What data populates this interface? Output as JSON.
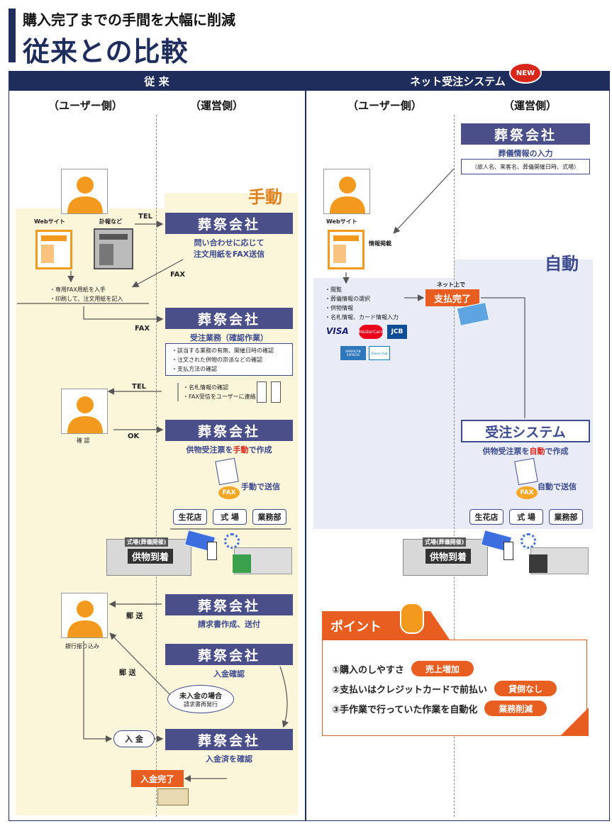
{
  "header": {
    "subtitle": "購入完了までの手間を大幅に削減",
    "title": "従来との比較"
  },
  "left": {
    "header": "従 来",
    "user_col": "（ユーザー側）",
    "op_col": "（運営側）",
    "manual_label": "手動",
    "web_site": "Webサイト",
    "fuho": "訃報など",
    "tel1": "TEL",
    "fax1": "FAX",
    "fax2": "FAX",
    "tel2": "TEL",
    "ok": "OK",
    "kakunin": "確 認",
    "user_steps": [
      "・専用FAX用紙を入手",
      "・印刷して、注文用紙を記入"
    ],
    "company": "葬祭会社",
    "step1": "問い合わせに応じて\n注文用紙をFAX送信",
    "step2_title": "受注業務（確認作業）",
    "step2_checks": [
      "・該当する業務の有無、開催日時の確認",
      "・注文された供物の宗派などの確認",
      "・支払方法の確認"
    ],
    "step2b": [
      "・名札情報の確認",
      "・FAX受信をユーザーに連絡"
    ],
    "step3_prefix": "供物受注票を",
    "step3_hl": "手動",
    "step3_suffix": "で作成",
    "send": "手動で送信",
    "fax_oval": "FAX",
    "dests": [
      "生花店",
      "式 場",
      "業務部"
    ],
    "venue": "式場(葬儀開催)",
    "arrival": "供物到着",
    "yuso1": "郵 送",
    "yuso2": "郵 送",
    "step4": "請求書作成、送付",
    "step5": "入金確認",
    "unpaid_title": "未入金の場合",
    "unpaid_sub": "請求書再発行",
    "bank": "銀行振り込み",
    "nyukin": "入 金",
    "step6": "入金済を確認",
    "done": "入金完了"
  },
  "right": {
    "header": "ネット受注システム",
    "new_badge": "NEW",
    "user_col": "（ユーザー側）",
    "op_col": "（運営側）",
    "company": "葬祭会社",
    "info_input": "葬儀情報の入力",
    "info_detail": "（故人名、来客名、葬儀開催日時、式場）",
    "web_site": "Webサイト",
    "posted": "情報掲載",
    "auto_label": "自動",
    "user_steps": [
      "・閲覧",
      "・葬儀情報の選択",
      "・供物情報",
      "・名札情報、カード情報入力"
    ],
    "online": "ネット上で",
    "paid": "支払完了",
    "cards": [
      "VISA",
      "MasterCard",
      "JCB",
      "AMERICAN EXPRESS",
      "Diners Club"
    ],
    "system": "受注システム",
    "system_prefix": "供物受注票を",
    "system_hl": "自動",
    "system_suffix": "で作成",
    "send": "自動で送信",
    "fax_oval": "FAX",
    "dests": [
      "生花店",
      "式 場",
      "業務部"
    ],
    "venue": "式場(葬儀開催)",
    "arrival": "供物到着"
  },
  "point": {
    "title": "ポイント",
    "items": [
      {
        "text": "①購入のしやすさ",
        "tag": "売上増加"
      },
      {
        "text": "②支払いはクレジットカードで前払い",
        "tag": "貸倒なし"
      },
      {
        "text": "③手作業で行っていた作業を自動化",
        "tag": "業務削減"
      }
    ]
  },
  "colors": {
    "navy": "#1f2d5c",
    "company": "#4a4f8a",
    "orange": "#e85d20",
    "manual_bg": "#fbf5da",
    "auto_bg": "#e9ecf6"
  }
}
